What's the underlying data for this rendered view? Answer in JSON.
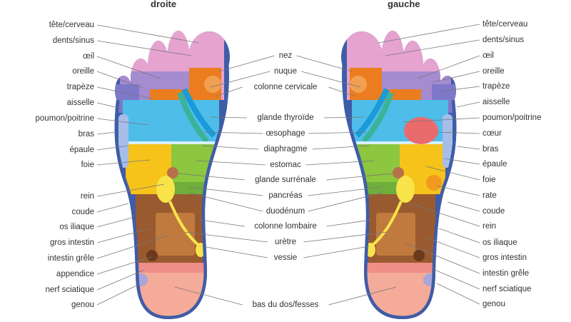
{
  "titles": {
    "right_foot": "droite",
    "left_foot": "gauche"
  },
  "left_labels": [
    "tête/cerveau",
    "dents/sinus",
    "œil",
    "oreille",
    "trapèze",
    "aisselle",
    "poumon/poitrine",
    "bras",
    "épaule",
    "foie",
    "rein",
    "coude",
    "os iliaque",
    "gros intestin",
    "intestin grêle",
    "appendice",
    "nerf sciatique",
    "genou"
  ],
  "center_labels": [
    "nez",
    "nuque",
    "colonne cervicale",
    "glande thyroïde",
    "œsophage",
    "diaphragme",
    "estomac",
    "glande surrénale",
    "pancréas",
    "duodénum",
    "colonne lombaire",
    "urètre",
    "vessie",
    "bas du dos/fesses"
  ],
  "right_labels": [
    "tête/cerveau",
    "dents/sinus",
    "œil",
    "oreille",
    "trapèze",
    "aisselle",
    "poumon/poitrine",
    "cœur",
    "bras",
    "épaule",
    "foie",
    "rate",
    "coude",
    "rein",
    "os iliaque",
    "gros intestin",
    "intestin grêle",
    "nerf sciatique",
    "genou"
  ],
  "colors": {
    "toe": "#e6a3cf",
    "purple": "#a58bd0",
    "orange": "#eb7d1e",
    "sky": "#4fbde9",
    "yellow": "#f6c31a",
    "green": "#8dc63f",
    "brown": "#9a5a2f",
    "salmon": "#ef8f88",
    "heel": "#f4ab99",
    "edge": "#3f5ca8",
    "heart": "#ea6b6b",
    "kidney": "#f8e44a"
  }
}
